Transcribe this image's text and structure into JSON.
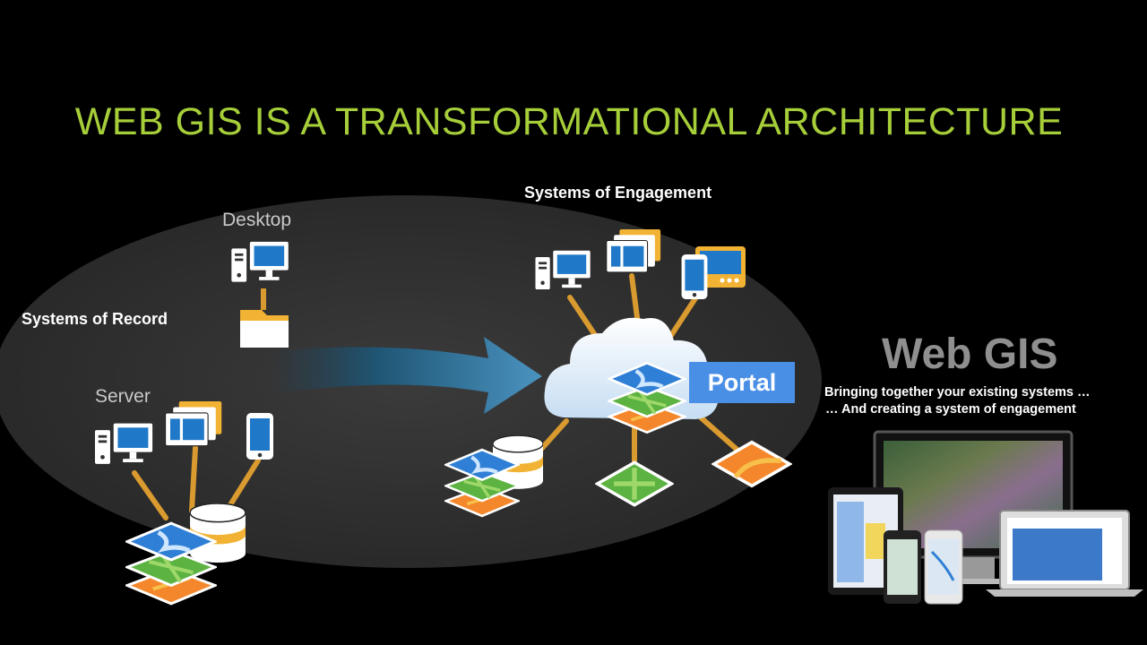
{
  "title": "WEB GIS IS A TRANSFORMATIONAL ARCHITECTURE",
  "labels": {
    "desktop": "Desktop",
    "systems_of_record": "Systems of Record",
    "server": "Server",
    "systems_of_engagement": "Systems of Engagement",
    "portal": "Portal",
    "web_gis": "Web GIS",
    "tagline_1": "Bringing together your existing systems  …",
    "tagline_2": "…  And creating a system of engagement"
  },
  "colors": {
    "title": "#a6ce39",
    "portal": "#4a8fe6",
    "monitor": "#1f78c8",
    "frame": "#f2b233",
    "connector": "#d99a2f",
    "map_blue": "#2f7fd6",
    "map_green": "#5cb342",
    "map_orange": "#f4872b"
  },
  "icons": [
    "desktop-computer-icon",
    "folder-icon",
    "server-computer-icon",
    "window-stack-icon",
    "phone-icon",
    "tablet-icon",
    "database-icon",
    "map-layers-icon",
    "cloud-icon",
    "arrow-icon",
    "devices-photo"
  ]
}
